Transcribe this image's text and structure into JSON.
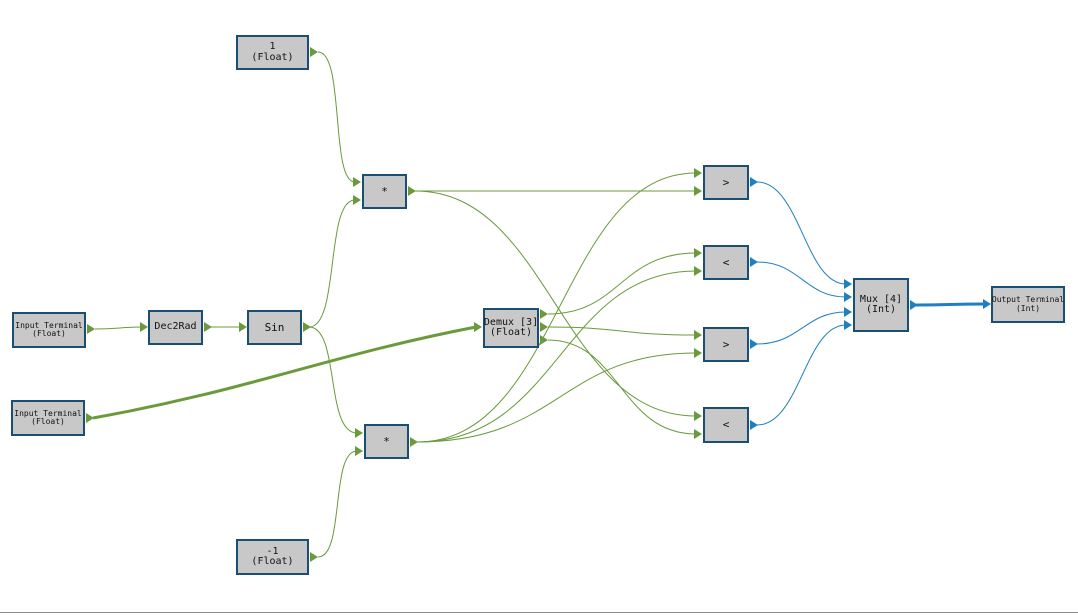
{
  "colors": {
    "dataflow_edge": "#6a9a3c",
    "output_edge": "#1f7fbf",
    "node_fill": "#c8c8c8",
    "node_border": "#1a4e72"
  },
  "nodes": {
    "const_one": {
      "line1": "1",
      "line2": "(Float)"
    },
    "input_terminal_1": {
      "line1": "Input Terminal",
      "line2": "(Float)"
    },
    "input_terminal_2": {
      "line1": "Input Terminal",
      "line2": "(Float)"
    },
    "dec2rad": {
      "line1": "Dec2Rad"
    },
    "sin": {
      "line1": "Sin"
    },
    "multiply_top": {
      "line1": "*"
    },
    "multiply_bottom": {
      "line1": "*"
    },
    "const_neg_one": {
      "line1": "-1",
      "line2": "(Float)"
    },
    "demux": {
      "line1": "Demux [3]",
      "line2": "(Float)"
    },
    "compare_gt_1": {
      "line1": ">"
    },
    "compare_lt_1": {
      "line1": "<"
    },
    "compare_gt_2": {
      "line1": ">"
    },
    "compare_lt_2": {
      "line1": "<"
    },
    "mux": {
      "line1": "Mux [4]",
      "line2": "(Int)"
    },
    "output_terminal": {
      "line1": "Output Terminal",
      "line2": "(Int)"
    }
  }
}
